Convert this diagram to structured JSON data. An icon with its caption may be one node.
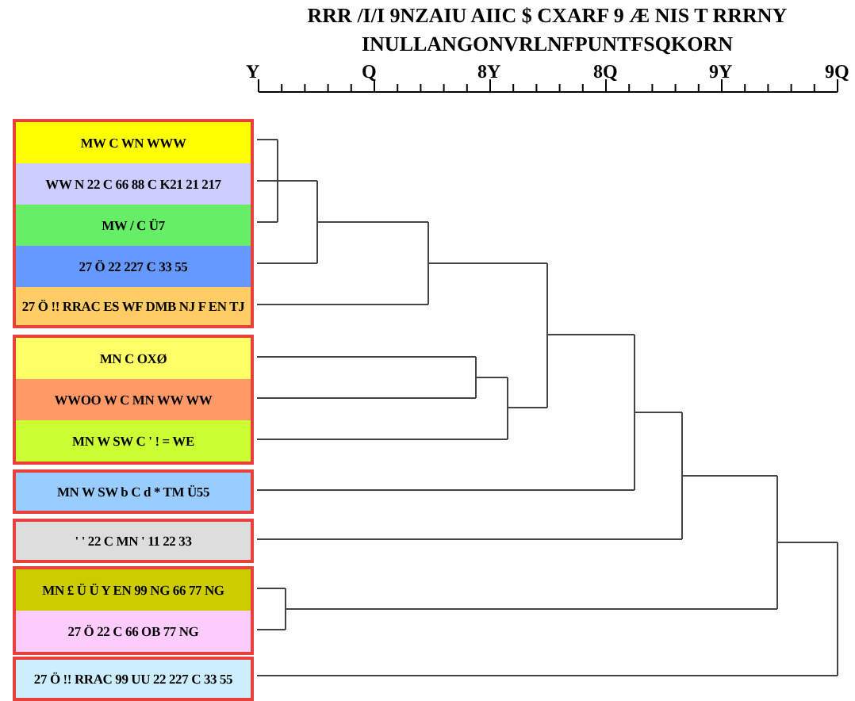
{
  "diagram": {
    "title": "RRR /I/I 9NZAIU AIIC $ CXARF 9 Æ NIS T RRRNY",
    "caption": "INULLANGONVRLNFPUNTFSQKORN",
    "nodes": [
      {
        "text": [],
        "shape": "box"
      },
      {
        "text": [
          "MW C WN WWW"
        ],
        "in": 0
      },
      {
        "text": [
          "WW N 22 C 66 88 C K21 21 217"
        ],
        "in": 0
      },
      {
        "text": [
          "MW / C Ü7"
        ],
        "in": 0
      },
      {
        "text": [
          "27 Ö 22 227 C 33 55"
        ],
        "in": 0
      },
      {
        "text": [
          "27 Ö !! RRAC ES WF DMB NJ F EN TJ"
        ],
        "in": 0
      },
      {
        "text": [],
        "shape": "box"
      },
      {
        "text": [
          "MN C OXØ"
        ],
        "in": 6
      },
      {
        "text": [
          "WWOO W C MN WW WW"
        ],
        "in": 6
      },
      {
        "text": [
          "MN W SW C ' ! = WE"
        ],
        "in": 6
      },
      {
        "text": [
          "MN W SW b C d * TM Ü55"
        ]
      },
      {
        "text": [
          "' ' 22 C MN ' 11 22 33"
        ]
      },
      {
        "text": [],
        "shape": "box"
      },
      {
        "text": [
          "MN £ Ü Ü Y EN 99 NG 66 77 NG"
        ],
        "in": 12
      },
      {
        "text": [
          "27 Ö 22 C 66 OB 77 NG"
        ],
        "in": 12
      },
      {
        "text": [
          "27 Ö !! RRAC 99 UU 22 227 C 33 55"
        ]
      }
    ],
    "labels": [
      "Y",
      "Q",
      "8Y",
      "8Q",
      "9Y",
      "9Q"
    ]
  }
}
